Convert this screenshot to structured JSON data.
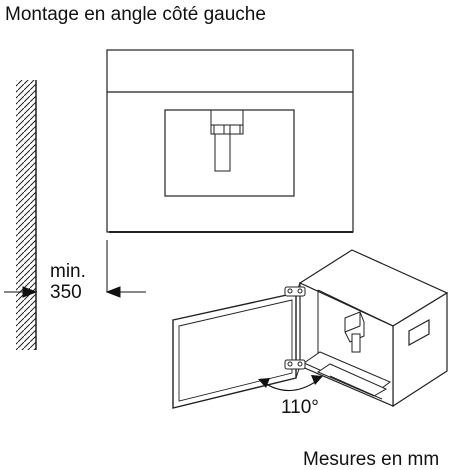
{
  "title": "Montage en angle côté gauche",
  "min_label": "min.",
  "min_value": "350",
  "angle_label": "110°",
  "units_label": "Mesures en mm"
}
